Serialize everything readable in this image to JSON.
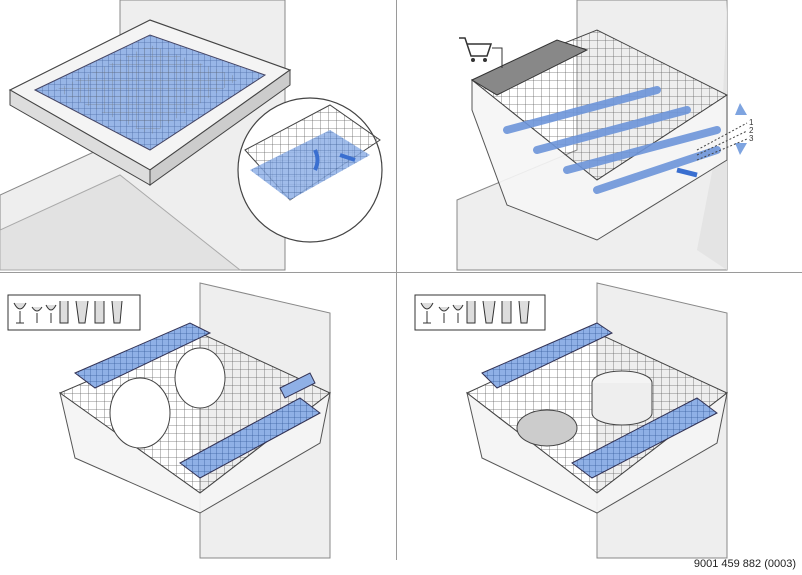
{
  "document_number": "9001 459 882 (0003)",
  "panels": [
    {
      "id": "cutlery-drawer",
      "callouts": []
    },
    {
      "id": "upper-rack-adjust",
      "height_levels": [
        "1",
        "2",
        "3"
      ],
      "icon": "shopping-cart-icon"
    },
    {
      "id": "loading-glasses-plates",
      "icon": "glassware-icon"
    },
    {
      "id": "loading-glasses-pot",
      "icon": "glassware-icon"
    }
  ],
  "colors": {
    "highlight": "#7ea4e0",
    "outline": "#555555",
    "cabinet": "#e6e6e6"
  }
}
